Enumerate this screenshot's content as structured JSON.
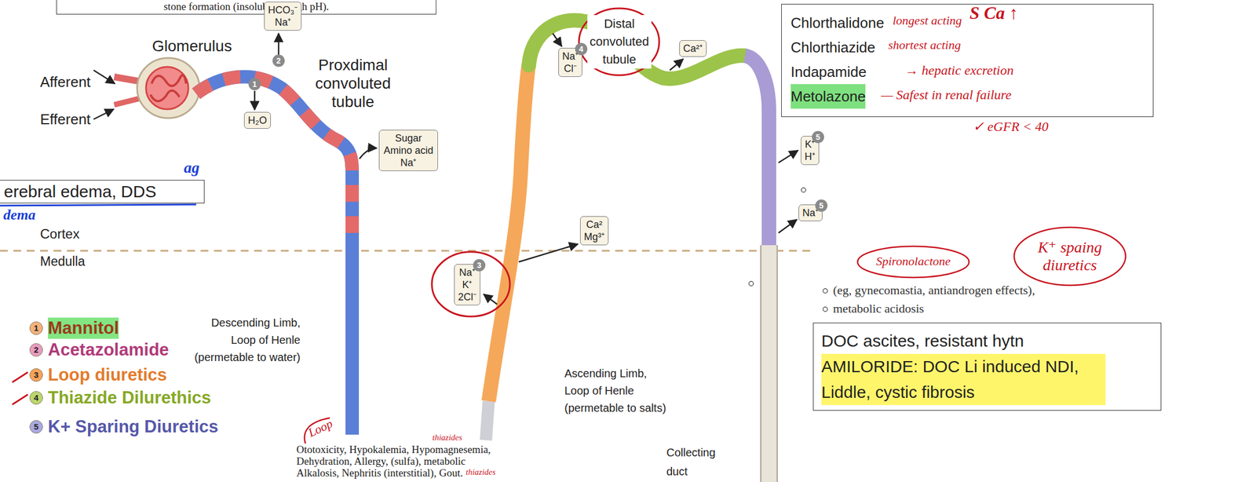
{
  "diagram": {
    "nodes": [
      {
        "text": [
          "stone formation (insoluble at high pH)."
        ]
      },
      {
        "text": [
          "HCO₃⁻ Na⁺"
        ]
      },
      {
        "text": [
          "H₂O"
        ]
      },
      {
        "text": [
          "Sugar Amino acid Na⁺"
        ]
      },
      {
        "text": [
          "erebral edema, DDS"
        ]
      },
      {
        "text": [
          "Na⁺ Cl⁻"
        ]
      },
      {
        "text": [
          "Ca²⁺"
        ]
      },
      {
        "text": [
          "Chlorthalidone",
          "Chlorthiazide",
          "Indapamide",
          "Metolazone"
        ]
      },
      {
        "text": [
          "K⁺ H⁺"
        ]
      },
      {
        "text": [
          "Ca² Mg³⁺"
        ]
      },
      {
        "text": [
          "Na⁺"
        ]
      },
      {
        "text": [
          "Na⁺ K⁺ 2Cl⁻"
        ]
      },
      {
        "text": [
          "DOC ascites, resistant hytn",
          "AMILORIDE: DOC Li induced NDI, Liddle, cystic fibrosis"
        ]
      }
    ],
    "labels": [
      "Glomerulus",
      "Afferent",
      "Efferent",
      "2",
      "1",
      "Proxdimal convoluted tubule",
      "ag",
      "dema",
      "Cortex",
      "Medulla",
      "Distal convoluted tubule",
      "4",
      "longest acting",
      "S Ca ↑",
      "shortest acting",
      "→ hepatic excretion",
      "— Safest in renal failure",
      "✓ eGFR < 40",
      "5",
      "5",
      "3",
      "Spironolactone",
      "K⁺ spaing diuretics",
      "(eg, gynecomastia, antiandrogen effects), metabolic acidosis",
      "Descending Limb, Loop of Henle (permetable to water)",
      "Ascending Limb, Loop of Henle (permetable to salts)",
      "Collecting duct",
      "Loop",
      "thiazides",
      "Ototoxicity, Hypokalemia, Hypomagnesemia, Dehydration, Allergy, (sulfa), metabolic Alkalosis, Nephritis (interstitial), Gout.",
      "thiazides",
      "1",
      "2",
      "3",
      "4",
      "5"
    ],
    "legend": [
      {
        "text": "Mannitol",
        "color": "#f3b27c"
      },
      {
        "text": "Acetazolamide",
        "color": "#e89cbf"
      },
      {
        "text": "Loop diuretics",
        "color": "#f6a35a"
      },
      {
        "text": "Thiazide Dilurethics",
        "color": "#bcd66e"
      },
      {
        "text": "K+ Sparing Diuretics",
        "color": "#a9a9e0"
      }
    ]
  }
}
